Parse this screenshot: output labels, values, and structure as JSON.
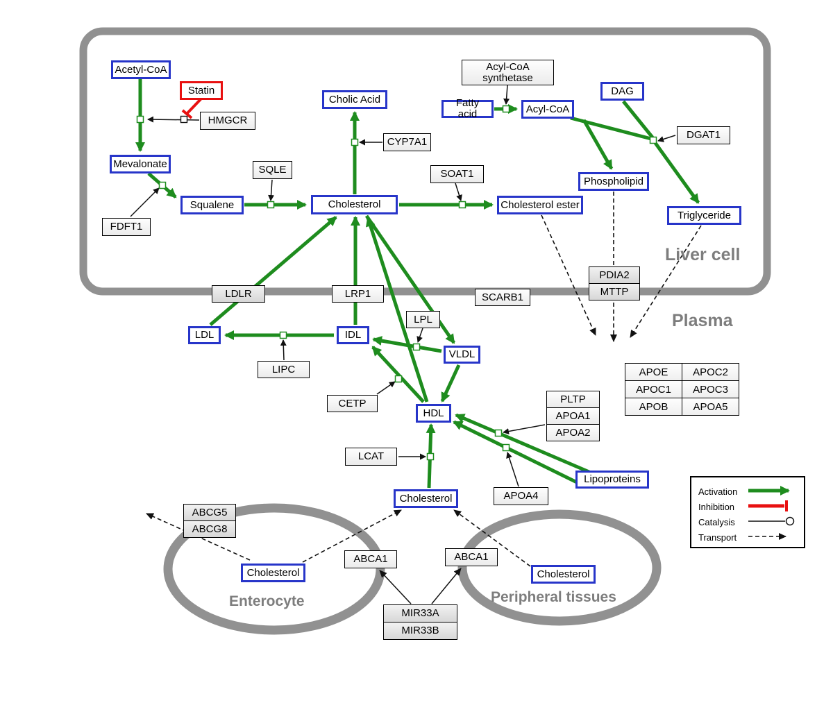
{
  "compartments": {
    "liver_cell": "Liver cell",
    "plasma": "Plasma",
    "enterocyte": "Enterocyte",
    "peripheral_tissues": "Peripheral tissues"
  },
  "legend": {
    "activation": "Activation",
    "inhibition": "Inhibition",
    "catalysis": "Catalysis",
    "transport": "Transport"
  },
  "colors": {
    "activation_green": "#1e8c1e",
    "inhibition_red": "#e81010",
    "metabolite_blue": "#2735c9",
    "membrane_gray": "#919191"
  },
  "nodes": {
    "acetyl_coa": "Acetyl-CoA",
    "statin": "Statin",
    "hmgcr": "HMGCR",
    "mevalonate": "Mevalonate",
    "fdft1": "FDFT1",
    "squalene": "Squalene",
    "sqle": "SQLE",
    "cholesterol_liver": "Cholesterol",
    "cholic_acid": "Cholic Acid",
    "cyp7a1": "CYP7A1",
    "soat1": "SOAT1",
    "cholesterol_ester": "Cholesterol ester",
    "fatty_acid": "Fatty acid",
    "acyl_coa_synthetase": "Acyl-CoA synthetase",
    "acyl_coa": "Acyl-CoA",
    "dag": "DAG",
    "dgat1": "DGAT1",
    "phospholipid": "Phospholipid",
    "triglyceride": "Triglyceride",
    "pdia2": "PDIA2",
    "mttp": "MTTP",
    "ldlr": "LDLR",
    "lrp1": "LRP1",
    "scarb1": "SCARB1",
    "ldl": "LDL",
    "idl": "IDL",
    "vldl": "VLDL",
    "hdl": "HDL",
    "lpl": "LPL",
    "lipc": "LIPC",
    "cetp": "CETP",
    "lcat": "LCAT",
    "pltp": "PLTP",
    "apoa1": "APOA1",
    "apoa2": "APOA2",
    "apoa4": "APOA4",
    "lipoproteins": "Lipoproteins",
    "cholesterol_plasma": "Cholesterol",
    "abcg5": "ABCG5",
    "abcg8": "ABCG8",
    "cholesterol_enterocyte": "Cholesterol",
    "abca1_enterocyte": "ABCA1",
    "abca1_peripheral": "ABCA1",
    "cholesterol_peripheral": "Cholesterol",
    "mir33a": "MIR33A",
    "mir33b": "MIR33B"
  },
  "apolipoprotein_table": [
    [
      "APOE",
      "APOC2"
    ],
    [
      "APOC1",
      "APOC3"
    ],
    [
      "APOB",
      "APOA5"
    ]
  ]
}
